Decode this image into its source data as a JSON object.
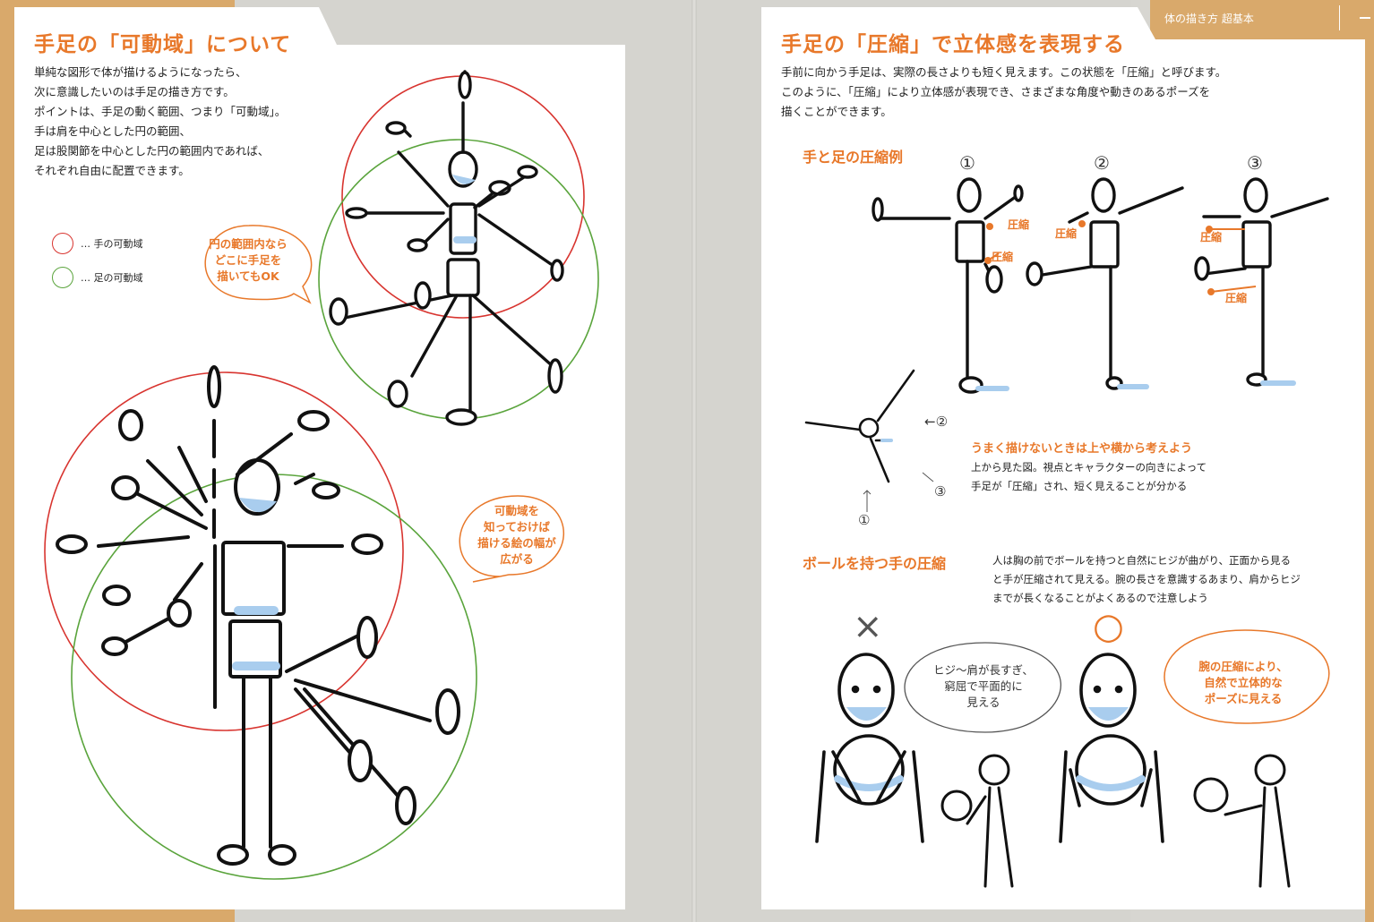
{
  "header": {
    "running_head": "体の描き方 超基本"
  },
  "left_page": {
    "title": "手足の「可動域」について",
    "intro": "単純な図形で体が描けるようになったら、\n次に意識したいのは手足の描き方です。\nポイントは、手足の動く範囲、つまり「可動域」。\n手は肩を中心とした円の範囲、\n足は股関節を中心とした円の範囲内であれば、\nそれぞれ自由に配置できます。",
    "legend": [
      {
        "label": "… 手の可動域",
        "color": "#d8342f"
      },
      {
        "label": "… 足の可動域",
        "color": "#5aa43c"
      }
    ],
    "bubble_1": "円の範囲内なら\nどこに手足を\n描いてもOK",
    "bubble_2": "可動域を\n知っておけば\n描ける絵の幅が\n広がる"
  },
  "right_page": {
    "title": "手足の「圧縮」で立体感を表現する",
    "intro": "手前に向かう手足は、実際の長さよりも短く見えます。この状態を「圧縮」と呼びます。\nこのように、「圧縮」により立体感が表現でき、さまざまな角度や動きのあるポーズを\n描くことができます。",
    "section_1": {
      "title": "手と足の圧縮例",
      "numbers": [
        "①",
        "②",
        "③"
      ],
      "tag": "圧縮",
      "top_view_marks": [
        "←②",
        "③",
        "①"
      ],
      "note_title": "うまく描けないときは上や横から考えよう",
      "note_body": "上から見た図。視点とキャラクターの向きによって\n手足が「圧縮」され、短く見えることが分かる"
    },
    "section_2": {
      "title": "ボールを持つ手の圧縮",
      "body": "人は胸の前でボールを持つと自然にヒジが曲がり、正面から見る\nと手が圧縮されて見える。腕の長さを意識するあまり、肩からヒジ\nまでが長くなることがよくあるので注意しよう",
      "bad_mark": "×",
      "good_mark": "○",
      "bubble_bad": "ヒジ～肩が長すぎ、\n窮屈で平面的に\n見える",
      "bubble_good": "腕の圧縮により、\n自然で立体的な\nポーズに見える"
    }
  },
  "colors": {
    "accent": "#e8782a",
    "hand_range": "#d8342f",
    "foot_range": "#5aa43c",
    "shade": "#a9cdee"
  }
}
